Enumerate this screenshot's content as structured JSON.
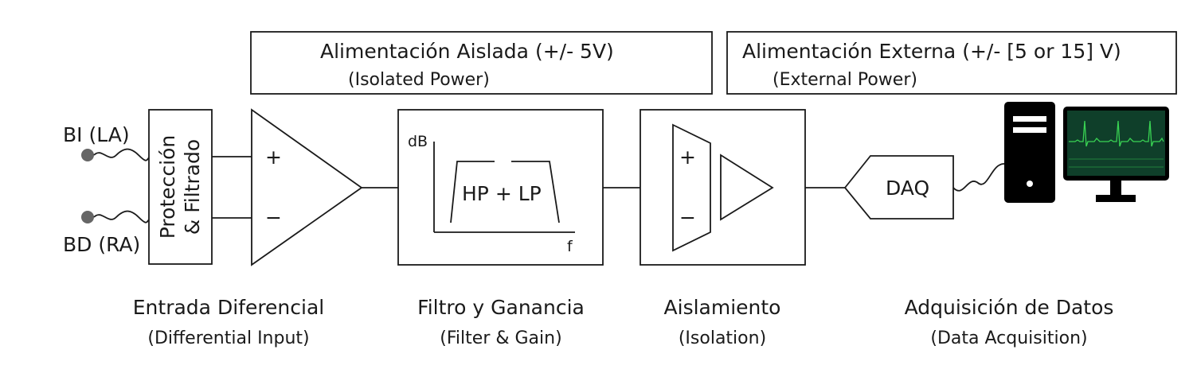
{
  "power": {
    "isolated": {
      "es": "Alimentación Aislada  (+/- 5V)",
      "en": "(Isolated Power)"
    },
    "external": {
      "es": "Alimentación Externa (+/- [5 or 15] V)",
      "en": "(External Power)"
    }
  },
  "electrodes": {
    "left": "BI (LA)",
    "right": "BD (RA)"
  },
  "protection": {
    "line1": "Protección",
    "line2": "& Filtrado"
  },
  "amp": {
    "plus": "+",
    "minus": "−"
  },
  "filter": {
    "y_axis": "dB",
    "x_axis": "f",
    "label": "HP + LP"
  },
  "isolation_amp": {
    "plus": "+",
    "minus": "−"
  },
  "daq": {
    "label": "DAQ"
  },
  "stages": [
    {
      "es": "Entrada Diferencial",
      "en": "(Differential Input)"
    },
    {
      "es": "Filtro y Ganancia",
      "en": "(Filter & Gain)"
    },
    {
      "es": "Aislamiento",
      "en": "(Isolation)"
    },
    {
      "es": "Adquisición de Datos",
      "en": "(Data Acquisition)"
    }
  ],
  "colors": {
    "line": "#1a1a1a",
    "electrode": "#666666",
    "screen": "#0f3f2a",
    "ecg": "#39d353"
  }
}
